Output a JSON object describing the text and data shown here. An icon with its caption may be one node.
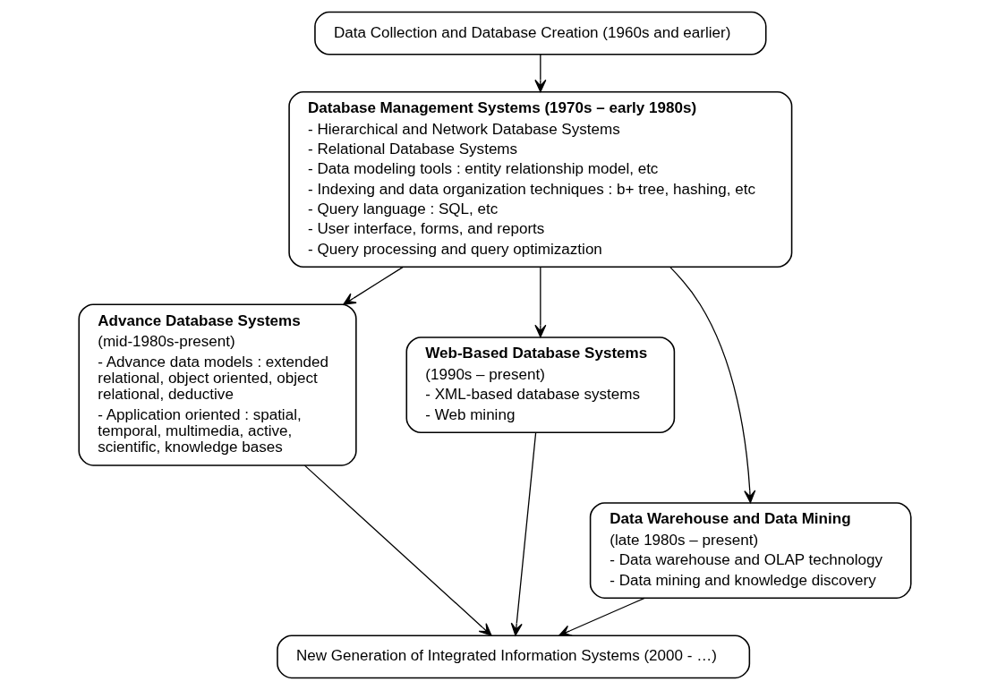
{
  "diagram": {
    "nodes": [
      {
        "text": [
          "Data Collection and Database Creation (1960s and earlier)"
        ]
      },
      {
        "text": [
          "Database Management Systems (1970s – early 1980s)",
          "- Hierarchical and Network Database Systems",
          "- Relational Database Systems",
          "- Data modeling tools : entity relationship model, etc",
          "- Indexing and data organization techniques : b+ tree, hashing, etc",
          "- Query language : SQL, etc",
          "- User interface, forms, and reports",
          "- Query processing and query optimizaztion"
        ]
      },
      {
        "text": [
          "Advance Database Systems",
          "(mid-1980s-present)",
          "- Advance data models : extended relational, object oriented, object relational, deductive",
          "- Application oriented : spatial, temporal, multimedia, active, scientific, knowledge bases"
        ]
      },
      {
        "text": [
          "Web-Based Database Systems",
          "(1990s – present)",
          "- XML-based database systems",
          "- Web mining"
        ]
      },
      {
        "text": [
          "Data Warehouse and Data Mining",
          "(late 1980s – present)",
          "- Data warehouse and OLAP technology",
          "- Data mining and knowledge discovery"
        ]
      },
      {
        "text": [
          "New Generation of Integrated Information Systems (2000 - …)"
        ]
      }
    ],
    "edges": [
      {
        "from": 0,
        "to": 1,
        "arrow": "to"
      },
      {
        "from": 1,
        "to": 2,
        "arrow": "to"
      },
      {
        "from": 1,
        "to": 4,
        "arrow": "to"
      },
      {
        "from": 1,
        "to": 3,
        "arrow": "to"
      },
      {
        "from": 2,
        "to": 5,
        "arrow": "to"
      },
      {
        "from": 4,
        "to": 5,
        "arrow": "to"
      },
      {
        "from": 3,
        "to": 5,
        "arrow": "to"
      }
    ]
  }
}
